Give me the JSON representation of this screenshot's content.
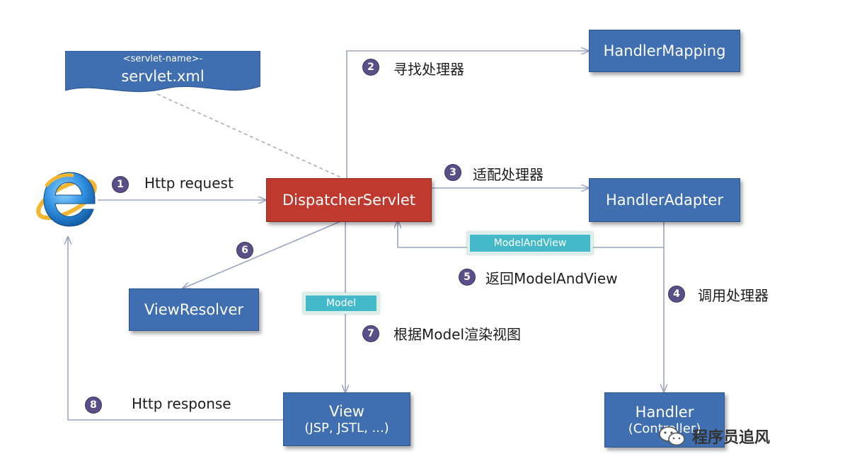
{
  "config": {
    "servlet_name": "<servlet-name>-",
    "servlet_file": "servlet.xml"
  },
  "components": {
    "dispatcher": "DispatcherServlet",
    "handler_mapping": "HandlerMapping",
    "handler_adapter": "HandlerAdapter",
    "view_resolver": "ViewResolver",
    "view_title": "View",
    "view_subtitle": "(JSP, JSTL, ...)",
    "handler_title": "Handler",
    "handler_subtitle": "(Controller)"
  },
  "steps": [
    {
      "num": "1",
      "label": "Http request"
    },
    {
      "num": "2",
      "label": "寻找处理器"
    },
    {
      "num": "3",
      "label": "适配处理器"
    },
    {
      "num": "4",
      "label": "调用处理器"
    },
    {
      "num": "5",
      "label": "返回ModelAndView"
    },
    {
      "num": "6",
      "label": ""
    },
    {
      "num": "7",
      "label": "根据Model渲染视图"
    },
    {
      "num": "8",
      "label": "Http response"
    }
  ],
  "tags": {
    "model_and_view": "ModelAndView",
    "model": "Model"
  },
  "watermark": {
    "text": "程序员追风"
  },
  "icons": {
    "browser": "ie-browser-icon",
    "watermark": "wechat-icon"
  },
  "colors": {
    "box_blue": "#3f6fb1",
    "box_red": "#c0392f",
    "tag_teal": "#43b9c9",
    "step_circle": "#5b4f88",
    "arrow": "#9aa5c3"
  }
}
